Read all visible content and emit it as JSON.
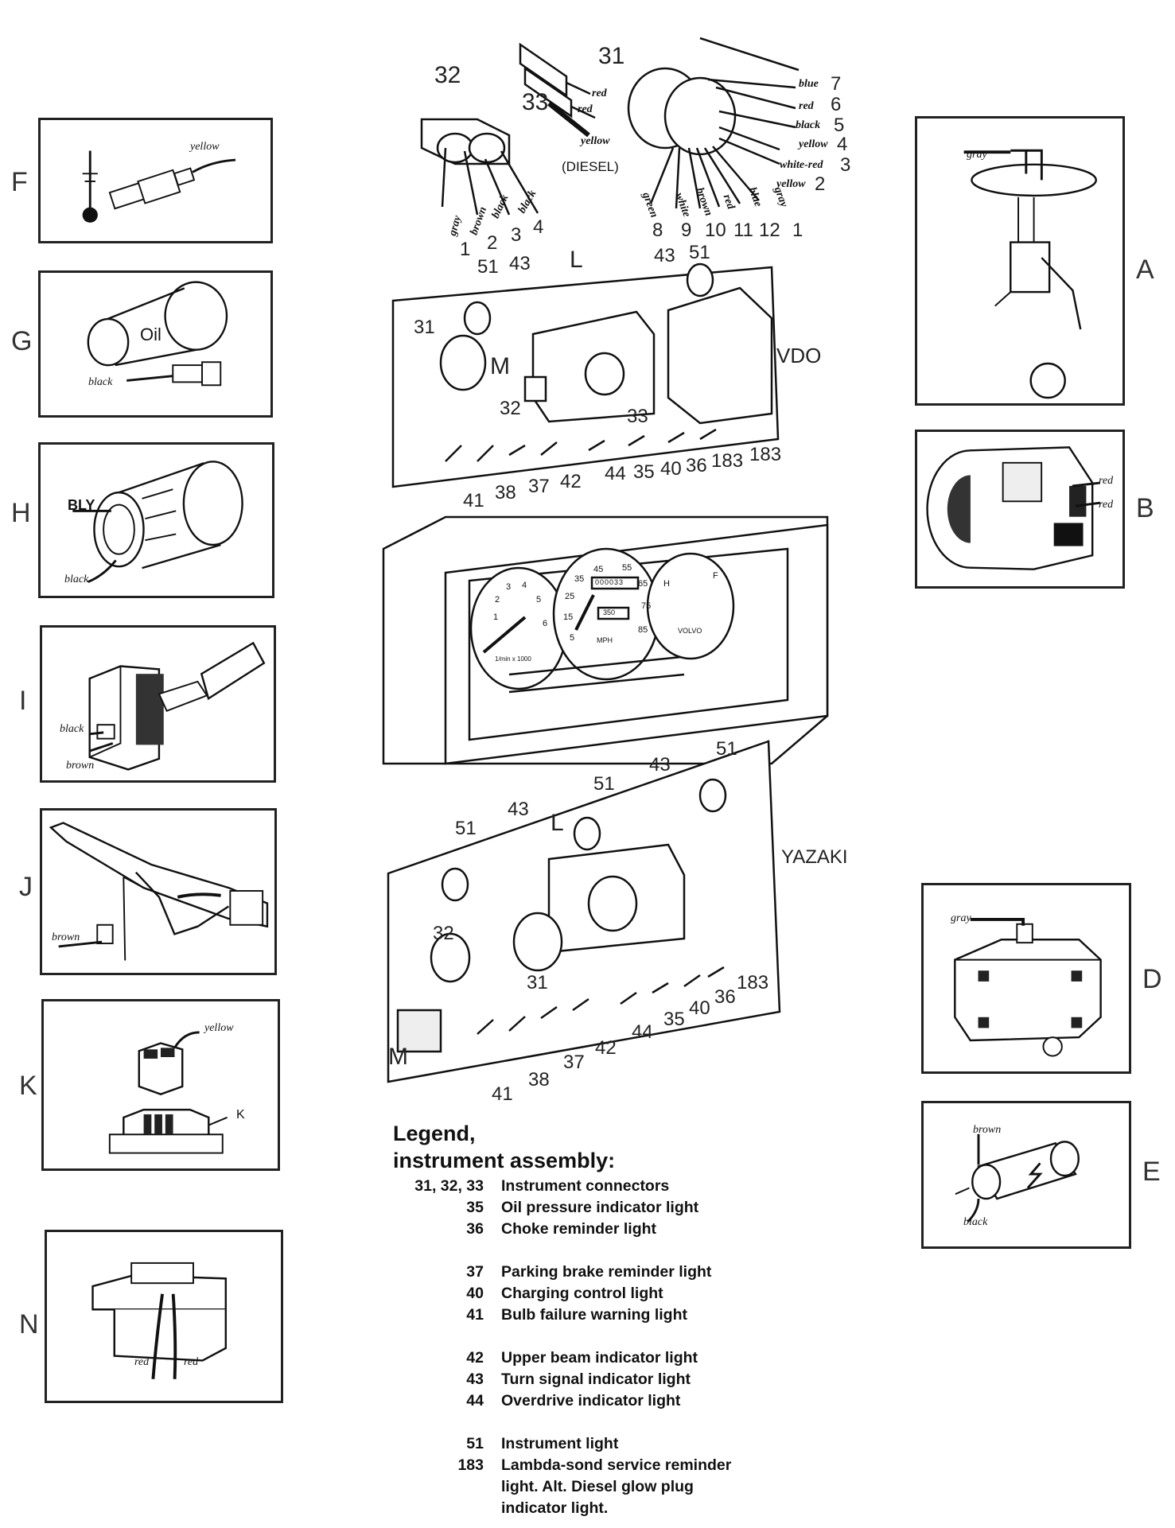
{
  "panels": {
    "F": {
      "label": "F",
      "wires": [
        "yellow"
      ]
    },
    "G": {
      "label": "G",
      "text": "Oil",
      "wires": [
        "black"
      ]
    },
    "H": {
      "label": "H",
      "text": "BLY",
      "wires": [
        "black"
      ]
    },
    "I": {
      "label": "I",
      "wires": [
        "black",
        "brown"
      ]
    },
    "J": {
      "label": "J",
      "wires": [
        "brown"
      ]
    },
    "K": {
      "label": "K",
      "wires": [
        "yellow"
      ],
      "callout": "K"
    },
    "N": {
      "label": "N",
      "wires": [
        "red",
        "red"
      ]
    },
    "A": {
      "label": "A",
      "wires": [
        "gray"
      ]
    },
    "B": {
      "label": "B",
      "wires": [
        "red",
        "red"
      ]
    },
    "D": {
      "label": "D",
      "wires": [
        "gray"
      ]
    },
    "E": {
      "label": "E",
      "wires": [
        "brown",
        "black"
      ]
    }
  },
  "connectors": {
    "c32": {
      "label": "32",
      "wires": [
        "gray",
        "brown",
        "black",
        "black"
      ],
      "pins": [
        "1",
        "2",
        "3",
        "4"
      ]
    },
    "c33": {
      "label": "33",
      "wires": [
        "red",
        "red",
        "yellow"
      ],
      "note": "(DIESEL)"
    },
    "c31": {
      "label": "31",
      "wires_right": [
        {
          "color": "blue",
          "pin": "7"
        },
        {
          "color": "red",
          "pin": "6"
        },
        {
          "color": "black",
          "pin": "5"
        },
        {
          "color": "yellow",
          "pin": "4"
        },
        {
          "color": "white-red",
          "pin": "3"
        },
        {
          "color": "yellow",
          "pin": "2"
        }
      ],
      "wires_bottom": [
        {
          "color": "green",
          "pin": "8"
        },
        {
          "color": "white",
          "pin": "9"
        },
        {
          "color": "brown",
          "pin": "10"
        },
        {
          "color": "red",
          "pin": "11"
        },
        {
          "color": "blue",
          "pin": "12"
        },
        {
          "color": "gray",
          "pin": "1"
        }
      ]
    }
  },
  "vdo_panel": {
    "brand": "VDO",
    "L": "L",
    "M": "M",
    "top_labels": [
      "51",
      "43",
      "43",
      "51"
    ],
    "side_labels": [
      "31",
      "32",
      "33"
    ],
    "bottom_labels": [
      "41",
      "38",
      "37",
      "42",
      "44",
      "35",
      "40",
      "36",
      "183",
      "183"
    ]
  },
  "cluster": {
    "gauge_left_numbers": [
      "1",
      "2",
      "3",
      "4",
      "5",
      "6"
    ],
    "gauge_left_caption": "1/min x 1000",
    "gauge_center_numbers": [
      "5",
      "15",
      "25",
      "35",
      "45",
      "55",
      "65",
      "75",
      "85"
    ],
    "odometer": "000033",
    "tripmeter": "350",
    "gauge_center_caption": "MPH",
    "gauge_right_caption": "VOLVO",
    "gauge_right_letters": [
      "H",
      "F"
    ]
  },
  "yazaki_panel": {
    "brand": "YAZAKI",
    "L": "L",
    "M": "M",
    "top_labels": [
      "51",
      "43",
      "51",
      "43",
      "51"
    ],
    "side_labels": [
      "32",
      "31"
    ],
    "bottom_labels": [
      "41",
      "38",
      "37",
      "42",
      "44",
      "35",
      "40",
      "36",
      "183"
    ]
  },
  "legend": {
    "title_line1": "Legend,",
    "title_line2": "instrument assembly:",
    "items": [
      {
        "num": "31, 32, 33",
        "text": "Instrument connectors"
      },
      {
        "num": "35",
        "text": "Oil pressure indicator light"
      },
      {
        "num": "36",
        "text": "Choke reminder light"
      },
      {
        "num": "37",
        "text": "Parking brake reminder light"
      },
      {
        "num": "40",
        "text": "Charging control light"
      },
      {
        "num": "41",
        "text": "Bulb failure warning light"
      },
      {
        "num": "42",
        "text": "Upper beam indicator light"
      },
      {
        "num": "43",
        "text": "Turn signal indicator light"
      },
      {
        "num": "44",
        "text": "Overdrive indicator light"
      },
      {
        "num": "51",
        "text": "Instrument light"
      },
      {
        "num": "183",
        "text": "Lambda-sond service reminder"
      },
      {
        "num": "",
        "text": "light. Alt. Diesel glow plug"
      },
      {
        "num": "",
        "text": "indicator light."
      }
    ]
  }
}
